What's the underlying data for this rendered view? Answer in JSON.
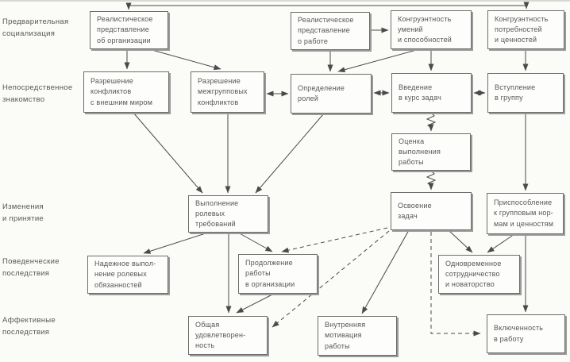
{
  "style": {
    "line_color": "#4a4a4a",
    "box_border": "#6d6d6d",
    "box_shadow": "#9a9a9a",
    "text_color": "#565656",
    "bg": "#fbfbf8"
  },
  "row_labels": {
    "anticipatory_socialization": "Предварительная\nсоциализация",
    "direct_acquaintance": "Непосредственное\nзнакомство",
    "change_acceptance": "Изменения\nи принятие",
    "behavioral_outcomes": "Поведенческие\nпоследствия",
    "affective_outcomes": "Аффективные\nпоследствия"
  },
  "nodes": {
    "realistic_org": {
      "label": "Реалистическое\nпредставление\nоб организации"
    },
    "realistic_job": {
      "label": "Реалистическое\nпредставление\nо работе"
    },
    "congruence_skills": {
      "label": "Конгруэнтность\nумений\nи способностей"
    },
    "congruence_needs": {
      "label": "Конгруэнтность\nпотребностей\nи ценностей"
    },
    "external_conflicts": {
      "label": "Разрешение\nконфликтов\nс внешним миром"
    },
    "intergroup_conflicts": {
      "label": "Разрешение\nмежгрупповых\nконфликтов"
    },
    "role_definition": {
      "label": "Определение\nролей"
    },
    "task_intro": {
      "label": "Введение\nв курс задач"
    },
    "group_entry": {
      "label": "Вступление\nв группу"
    },
    "work_evaluation": {
      "label": "Оценка\nвыполнения\nработы"
    },
    "role_fulfillment": {
      "label": "Выполнение\nролевых\nтребований"
    },
    "task_mastery": {
      "label": "Освоение\nзадач"
    },
    "group_norms_adaptation": {
      "label": "Приспособление\nк групповым нор-\nмам и ценностям"
    },
    "reliable_performance": {
      "label": "Надежное выпол-\nнение ролевых\nобязанностей"
    },
    "work_continuation": {
      "label": "Продолжение\nработы\nв организации"
    },
    "cooperation_innovation": {
      "label": "Одновременное\nсотрудничество\nи новаторство"
    },
    "overall_satisfaction": {
      "label": "Общая\nудовлетворен-\nность"
    },
    "internal_motivation": {
      "label": "Внутренняя\nмотивация\nработы"
    },
    "work_involvement": {
      "label": "Включенность\nв работу"
    }
  }
}
